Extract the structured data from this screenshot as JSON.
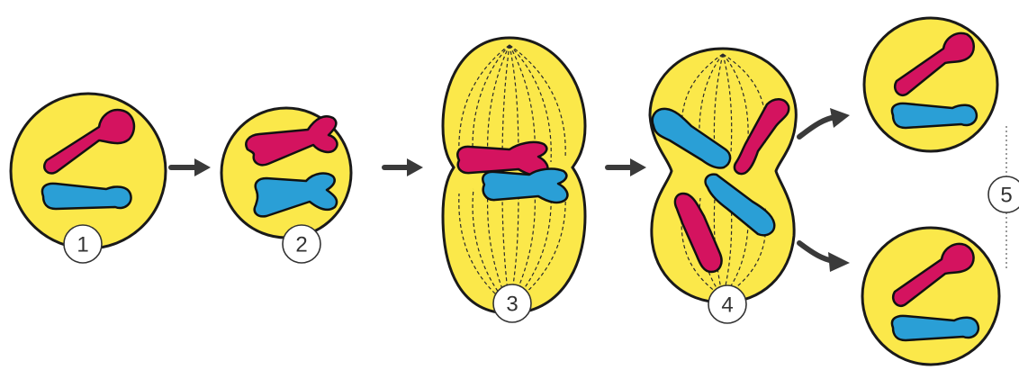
{
  "stages": [
    {
      "label": "1"
    },
    {
      "label": "2"
    },
    {
      "label": "3"
    },
    {
      "label": "4"
    },
    {
      "label": "5"
    }
  ],
  "colors": {
    "cell_fill": "#fbe84a",
    "chromosome_red": "#d4135f",
    "chromosome_blue": "#2a9fd6",
    "arrow": "#3a3a3a"
  }
}
